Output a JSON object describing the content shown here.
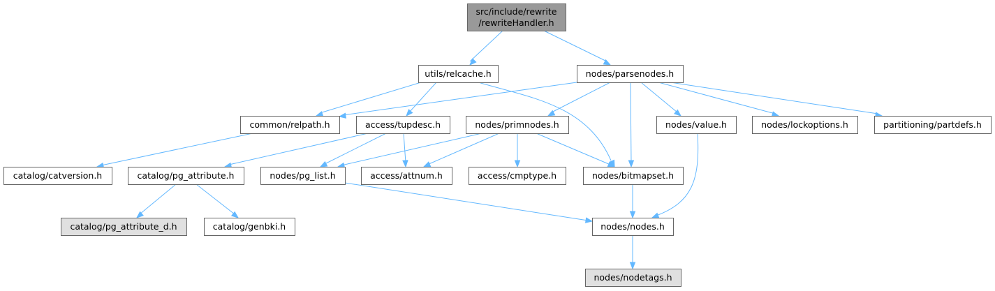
{
  "diagram": {
    "title": "src/include/rewrite/rewriteHandler.h include dependency graph",
    "colors": {
      "root_fill": "#999999",
      "node_fill": "#ffffff",
      "external_fill": "#e0e0e0",
      "edge": "#63b8ff",
      "border": "#666666"
    },
    "nodes": [
      {
        "id": "root",
        "label": "src/include/rewrite\n/rewriteHandler.h",
        "kind": "root"
      },
      {
        "id": "relcache",
        "label": "utils/relcache.h",
        "kind": "normal"
      },
      {
        "id": "parsenodes",
        "label": "nodes/parsenodes.h",
        "kind": "normal"
      },
      {
        "id": "relpath",
        "label": "common/relpath.h",
        "kind": "normal"
      },
      {
        "id": "tupdesc",
        "label": "access/tupdesc.h",
        "kind": "normal"
      },
      {
        "id": "primnodes",
        "label": "nodes/primnodes.h",
        "kind": "normal"
      },
      {
        "id": "value",
        "label": "nodes/value.h",
        "kind": "normal"
      },
      {
        "id": "lockoptions",
        "label": "nodes/lockoptions.h",
        "kind": "normal"
      },
      {
        "id": "partdefs",
        "label": "partitioning/partdefs.h",
        "kind": "normal"
      },
      {
        "id": "catversion",
        "label": "catalog/catversion.h",
        "kind": "normal"
      },
      {
        "id": "pg_attribute",
        "label": "catalog/pg_attribute.h",
        "kind": "normal"
      },
      {
        "id": "pg_list",
        "label": "nodes/pg_list.h",
        "kind": "normal"
      },
      {
        "id": "attnum",
        "label": "access/attnum.h",
        "kind": "normal"
      },
      {
        "id": "cmptype",
        "label": "access/cmptype.h",
        "kind": "normal"
      },
      {
        "id": "bitmapset",
        "label": "nodes/bitmapset.h",
        "kind": "normal"
      },
      {
        "id": "pg_attribute_d",
        "label": "catalog/pg_attribute_d.h",
        "kind": "external"
      },
      {
        "id": "genbki",
        "label": "catalog/genbki.h",
        "kind": "normal"
      },
      {
        "id": "nodes",
        "label": "nodes/nodes.h",
        "kind": "normal"
      },
      {
        "id": "nodetags",
        "label": "nodes/nodetags.h",
        "kind": "external"
      }
    ],
    "edges": [
      {
        "from": "root",
        "to": "relcache"
      },
      {
        "from": "root",
        "to": "parsenodes"
      },
      {
        "from": "relcache",
        "to": "relpath"
      },
      {
        "from": "relcache",
        "to": "tupdesc"
      },
      {
        "from": "relcache",
        "to": "bitmapset"
      },
      {
        "from": "parsenodes",
        "to": "relpath"
      },
      {
        "from": "parsenodes",
        "to": "primnodes"
      },
      {
        "from": "parsenodes",
        "to": "bitmapset"
      },
      {
        "from": "parsenodes",
        "to": "value"
      },
      {
        "from": "parsenodes",
        "to": "lockoptions"
      },
      {
        "from": "parsenodes",
        "to": "partdefs"
      },
      {
        "from": "relpath",
        "to": "catversion"
      },
      {
        "from": "tupdesc",
        "to": "pg_attribute"
      },
      {
        "from": "tupdesc",
        "to": "pg_list"
      },
      {
        "from": "tupdesc",
        "to": "attnum"
      },
      {
        "from": "primnodes",
        "to": "pg_list"
      },
      {
        "from": "primnodes",
        "to": "attnum"
      },
      {
        "from": "primnodes",
        "to": "cmptype"
      },
      {
        "from": "primnodes",
        "to": "bitmapset"
      },
      {
        "from": "value",
        "to": "nodes"
      },
      {
        "from": "pg_attribute",
        "to": "pg_attribute_d"
      },
      {
        "from": "pg_attribute",
        "to": "genbki"
      },
      {
        "from": "pg_list",
        "to": "nodes"
      },
      {
        "from": "bitmapset",
        "to": "nodes"
      },
      {
        "from": "nodes",
        "to": "nodetags"
      }
    ]
  }
}
